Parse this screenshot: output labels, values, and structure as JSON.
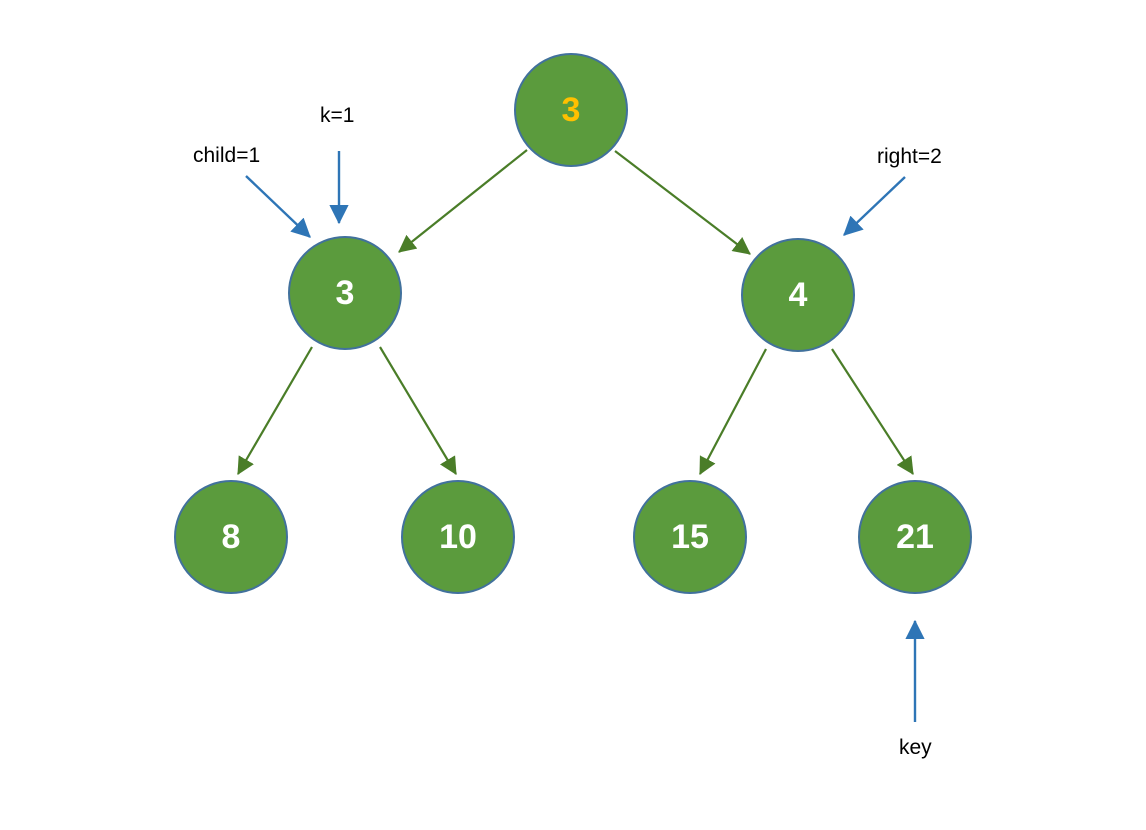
{
  "tree": {
    "nodes": [
      {
        "id": "root",
        "label": "3",
        "level": 0
      },
      {
        "id": "left-child",
        "label": "3",
        "level": 1
      },
      {
        "id": "right-child",
        "label": "4",
        "level": 1
      },
      {
        "id": "leaf-8",
        "label": "8",
        "level": 2
      },
      {
        "id": "leaf-10",
        "label": "10",
        "level": 2
      },
      {
        "id": "leaf-15",
        "label": "15",
        "level": 2
      },
      {
        "id": "leaf-21",
        "label": "21",
        "level": 2
      }
    ],
    "edges": [
      {
        "from": "root",
        "to": "left-child"
      },
      {
        "from": "root",
        "to": "right-child"
      },
      {
        "from": "left-child",
        "to": "leaf-8"
      },
      {
        "from": "left-child",
        "to": "leaf-10"
      },
      {
        "from": "right-child",
        "to": "leaf-15"
      },
      {
        "from": "right-child",
        "to": "leaf-21"
      }
    ]
  },
  "annotations": [
    {
      "id": "child",
      "label": "child=1",
      "points_to": "left-child"
    },
    {
      "id": "k",
      "label": "k=1",
      "points_to": "left-child"
    },
    {
      "id": "right",
      "label": "right=2",
      "points_to": "right-child"
    },
    {
      "id": "key",
      "label": "key",
      "points_to": "leaf-21"
    }
  ],
  "colors": {
    "node_fill": "#5B9B3D",
    "node_border": "#41719C",
    "edge_green": "#4A7D28",
    "arrow_blue": "#2E75B6",
    "root_text": "#FFC000",
    "node_text": "#FFFFFF",
    "label_text": "#000000",
    "canvas_bg": "#FFFFFF"
  }
}
